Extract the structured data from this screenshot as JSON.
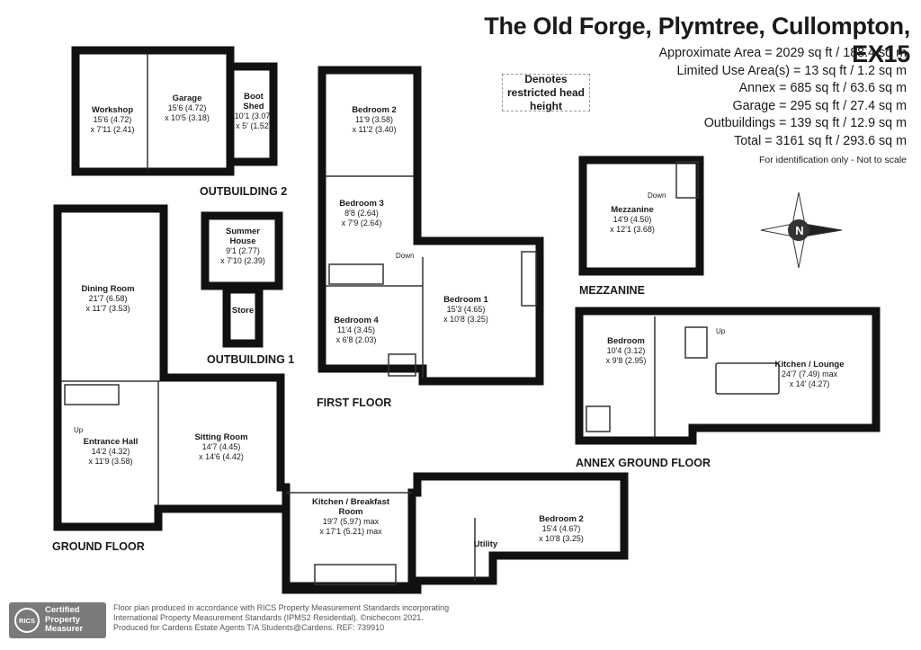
{
  "header": {
    "title": "The Old Forge, Plymtree, Cullompton, EX15",
    "areas": [
      "Approximate Area = 2029 sq ft / 188.4 sq m",
      "Limited Use Area(s) = 13 sq ft / 1.2 sq m",
      "Annex = 685 sq ft / 63.6 sq m",
      "Garage = 295 sq ft / 27.4 sq m",
      "Outbuildings = 139 sq ft / 12.9 sq m",
      "Total = 3161 sq ft / 293.6 sq m"
    ],
    "note": "For identification only - Not to scale"
  },
  "legend": {
    "restricted": "Denotes restricted head height"
  },
  "compass": {
    "label": "N"
  },
  "sections": {
    "outbuilding2": "OUTBUILDING 2",
    "outbuilding1": "OUTBUILDING 1",
    "first_floor": "FIRST FLOOR",
    "mezzanine": "MEZZANINE",
    "ground_floor": "GROUND FLOOR",
    "annex_ground_floor": "ANNEX GROUND FLOOR"
  },
  "rooms": {
    "workshop": {
      "name": "Workshop",
      "dims": [
        "15'6 (4.72)",
        "x 7'11 (2.41)"
      ]
    },
    "garage": {
      "name": "Garage",
      "dims": [
        "15'6 (4.72)",
        "x 10'5 (3.18)"
      ]
    },
    "boot_shed": {
      "name": "Boot Shed",
      "dims": [
        "10'1 (3.07)",
        "x 5' (1.52)"
      ]
    },
    "summer_house": {
      "name": "Summer House",
      "dims": [
        "9'1 (2.77)",
        "x 7'10 (2.39)"
      ]
    },
    "store": {
      "name": "Store",
      "dims": []
    },
    "dining_room": {
      "name": "Dining Room",
      "dims": [
        "21'7 (6.58)",
        "x 11'7 (3.53)"
      ]
    },
    "entrance_hall": {
      "name": "Entrance Hall",
      "dims": [
        "14'2 (4.32)",
        "x 11'9 (3.58)"
      ]
    },
    "sitting_room": {
      "name": "Sitting Room",
      "dims": [
        "14'7 (4.45)",
        "x 14'6 (4.42)"
      ]
    },
    "kitchen_breakfast": {
      "name": "Kitchen / Breakfast Room",
      "dims": [
        "19'7 (5.97) max",
        "x 17'1 (5.21) max"
      ]
    },
    "utility": {
      "name": "Utility",
      "dims": []
    },
    "bedroom2_ground": {
      "name": "Bedroom 2",
      "dims": [
        "15'4 (4.67)",
        "x 10'8 (3.25)"
      ]
    },
    "bedroom2_first": {
      "name": "Bedroom 2",
      "dims": [
        "11'9 (3.58)",
        "x 11'2 (3.40)"
      ]
    },
    "bedroom3": {
      "name": "Bedroom 3",
      "dims": [
        "8'8 (2.64)",
        "x 7'9 (2.64)"
      ]
    },
    "bedroom4": {
      "name": "Bedroom 4",
      "dims": [
        "11'4 (3.45)",
        "x 6'8 (2.03)"
      ]
    },
    "bedroom1": {
      "name": "Bedroom 1",
      "dims": [
        "15'3 (4.65)",
        "x 10'8 (3.25)"
      ]
    },
    "mezzanine": {
      "name": "Mezzanine",
      "dims": [
        "14'9 (4.50)",
        "x 12'1 (3.68)"
      ]
    },
    "annex_bedroom": {
      "name": "Bedroom",
      "dims": [
        "10'4 (3.12)",
        "x 9'8 (2.95)"
      ]
    },
    "kitchen_lounge": {
      "name": "Kitchen / Lounge",
      "dims": [
        "24'7 (7.49) max",
        "x 14' (4.27)"
      ]
    }
  },
  "stair_words": {
    "down_first": "Down",
    "down_mezz": "Down",
    "up_ground": "Up",
    "up_annex": "Up"
  },
  "badge": {
    "logo": "RICS",
    "lines": [
      "Certified",
      "Property",
      "Measurer"
    ]
  },
  "footer": [
    "Floor plan produced in accordance with RICS Property Measurement Standards incorporating",
    "International Property Measurement Standards (IPMS2 Residential).  ©nichecom 2021.",
    "Produced for Cardens Estate Agents T/A Students@Cardens.   REF:  739910"
  ]
}
